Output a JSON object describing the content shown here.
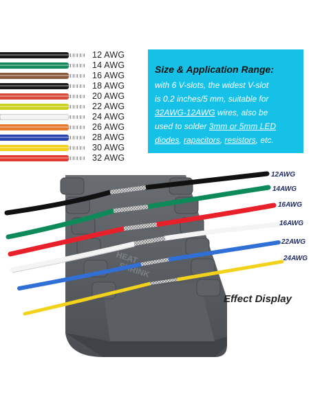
{
  "wire_chart": {
    "rows": [
      {
        "label": "12 AWG",
        "color": "#1a1a1a"
      },
      {
        "label": "14 AWG",
        "color": "#17895a"
      },
      {
        "label": "16 AWG",
        "color": "#8b5a3c"
      },
      {
        "label": "18 AWG",
        "color": "#1a1a1a"
      },
      {
        "label": "20 AWG",
        "color": "#d94a3a"
      },
      {
        "label": "22 AWG",
        "color": "#c9d11e"
      },
      {
        "label": "24 AWG",
        "color": "#f2f2f2"
      },
      {
        "label": "26 AWG",
        "color": "#e8782a"
      },
      {
        "label": "28 AWG",
        "color": "#2a44b0"
      },
      {
        "label": "30 AWG",
        "color": "#f5d21a"
      },
      {
        "label": "32 AWG",
        "color": "#e23a2e"
      }
    ]
  },
  "info": {
    "title": "Size & Application Range:",
    "line1": "with 6 V-slots, the widest V-slot",
    "line2": "is 0.2 inches/5 mm, suitable for",
    "line3_u": "32AWG-12AWG",
    "line3_rest": " wires, also be",
    "line4_pre": "used to solder ",
    "line4_u": "3mm or 5mm LED",
    "line5_u1": "diodes",
    "line5_sep1": ", ",
    "line5_u2": "rapacitors",
    "line5_sep2": ", ",
    "line5_u3": "resistors",
    "line5_rest": ", etc."
  },
  "photo": {
    "block_text": [
      "HEAT",
      "SHRINK"
    ],
    "wires": [
      {
        "label": "12AWG",
        "color": "#111111"
      },
      {
        "label": "14AWG",
        "color": "#0d8a5a"
      },
      {
        "label": "16AWG",
        "color": "#e8202a"
      },
      {
        "label": "16AWG",
        "color": "#f4f4f4"
      },
      {
        "label": "22AWG",
        "color": "#2f6fd6"
      },
      {
        "label": "24AWG",
        "color": "#f2d21a"
      }
    ],
    "caption": "Effect Display"
  }
}
